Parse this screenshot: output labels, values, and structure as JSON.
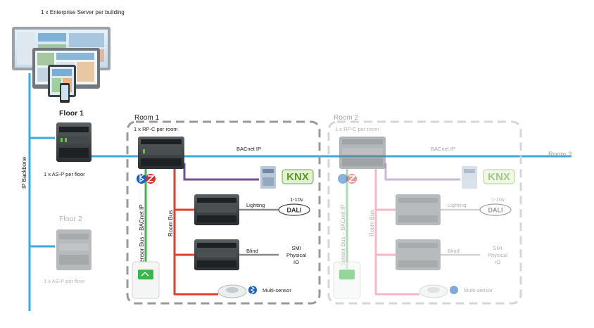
{
  "header": {
    "enterprise_server": "1 x Enterprise Server per building"
  },
  "backbone": {
    "label": "IP Backbone"
  },
  "floors": [
    {
      "title": "Floor 1",
      "caption": "1 x AS-P per floor"
    },
    {
      "title": "Floor 2",
      "caption": "1 x AS-P per floor"
    }
  ],
  "rooms": [
    {
      "title": "Room 1",
      "controller": "1 x RP-C per room",
      "network": "BACnet IP",
      "sensor_bus": "Sensor Bus – BACnet IP",
      "room_bus": "Room Bus",
      "lighting": "Lighting",
      "lighting_protocol": "1-10v",
      "dali": "DALI",
      "knx": "KNX",
      "blind": "Blind",
      "io_lines": [
        "SMI",
        "Physical",
        "IO"
      ],
      "multisensor": "Multi-sensor"
    },
    {
      "title": "Room 2",
      "controller": "1 x RP-C per room",
      "network": "BACnet IP",
      "sensor_bus": "Sensor Bus – BACnet IP",
      "room_bus": "Room Bus",
      "lighting": "Lighting",
      "lighting_protocol": "1-10v",
      "dali": "DALI",
      "knx": "KNX",
      "blind": "Blind",
      "io_lines": [
        "SMI",
        "Physical",
        "IO"
      ],
      "multisensor": "Multi-sensor"
    }
  ],
  "room3": {
    "title": "Room 3"
  },
  "colors": {
    "backbone": "#3aa9dc",
    "knx_green": "#6ab023",
    "sensor_bus": "#3db54a",
    "room_bus": "#e53d2d",
    "knx_line": "#7b4aa1",
    "device_line": "#8a8a8a",
    "room_border": "#9a9a9a"
  }
}
